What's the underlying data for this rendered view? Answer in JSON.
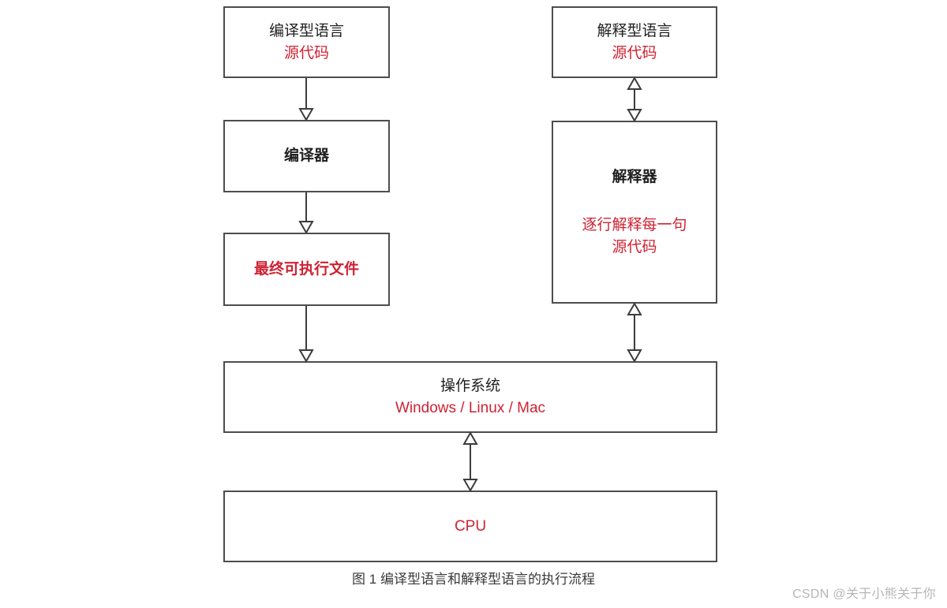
{
  "figure": {
    "caption": "图 1 编译型语言和解释型语言的执行流程",
    "watermark": "CSDN @关于小熊关于你",
    "background_color": "#ffffff",
    "box_border_color": "#4d4d4d",
    "text_color": "#1f1f1f",
    "accent_color": "#cf2233"
  },
  "nodes": {
    "compiled_source": {
      "title": "编译型语言",
      "subtitle": "源代码"
    },
    "compiler": {
      "title": "编译器"
    },
    "executable": {
      "title": "最终可执行文件"
    },
    "interpreted_source": {
      "title": "解释型语言",
      "subtitle": "源代码"
    },
    "interpreter": {
      "title": "解释器",
      "subtitle_line1": "逐行解释每一句",
      "subtitle_line2": "源代码"
    },
    "operating_system": {
      "title": "操作系统",
      "subtitle": "Windows / Linux / Mac"
    },
    "cpu": {
      "title": "CPU"
    }
  },
  "edges": [
    {
      "name": "compiled-source-to-compiler",
      "from": "compiled_source",
      "to": "compiler",
      "heads": "single-down"
    },
    {
      "name": "compiler-to-executable",
      "from": "compiler",
      "to": "executable",
      "heads": "single-down"
    },
    {
      "name": "executable-to-os",
      "from": "executable",
      "to": "operating_system",
      "heads": "single-down"
    },
    {
      "name": "interpreted-source-to-interpreter",
      "from": "interpreted_source",
      "to": "interpreter",
      "heads": "double"
    },
    {
      "name": "interpreter-to-os",
      "from": "interpreter",
      "to": "operating_system",
      "heads": "double"
    },
    {
      "name": "os-to-cpu",
      "from": "operating_system",
      "to": "cpu",
      "heads": "double"
    }
  ]
}
